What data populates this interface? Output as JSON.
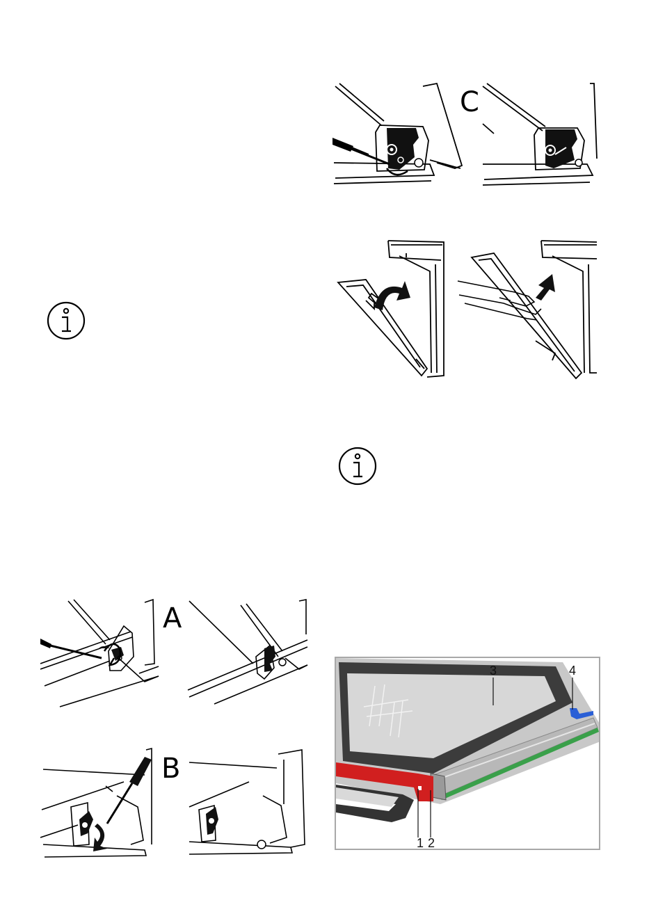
{
  "figures": {
    "hinge_c": {
      "letter": "C"
    },
    "hinge_a": {
      "letter": "A"
    },
    "hinge_b": {
      "letter": "B"
    },
    "door_frame": {
      "callouts": [
        "1",
        "2",
        "3",
        "4"
      ]
    }
  },
  "icons": {
    "info_left": "info-icon",
    "info_right": "info-icon"
  },
  "colors": {
    "line": "#000000",
    "glass": "#d7d7d7",
    "seal": "#3c3c3c",
    "rail": "#c9c9c9",
    "red_part": "#d11f1f",
    "blue_part": "#2a5fd6",
    "green_edge": "#3aa04a",
    "frame_border": "#a8a8a8"
  }
}
